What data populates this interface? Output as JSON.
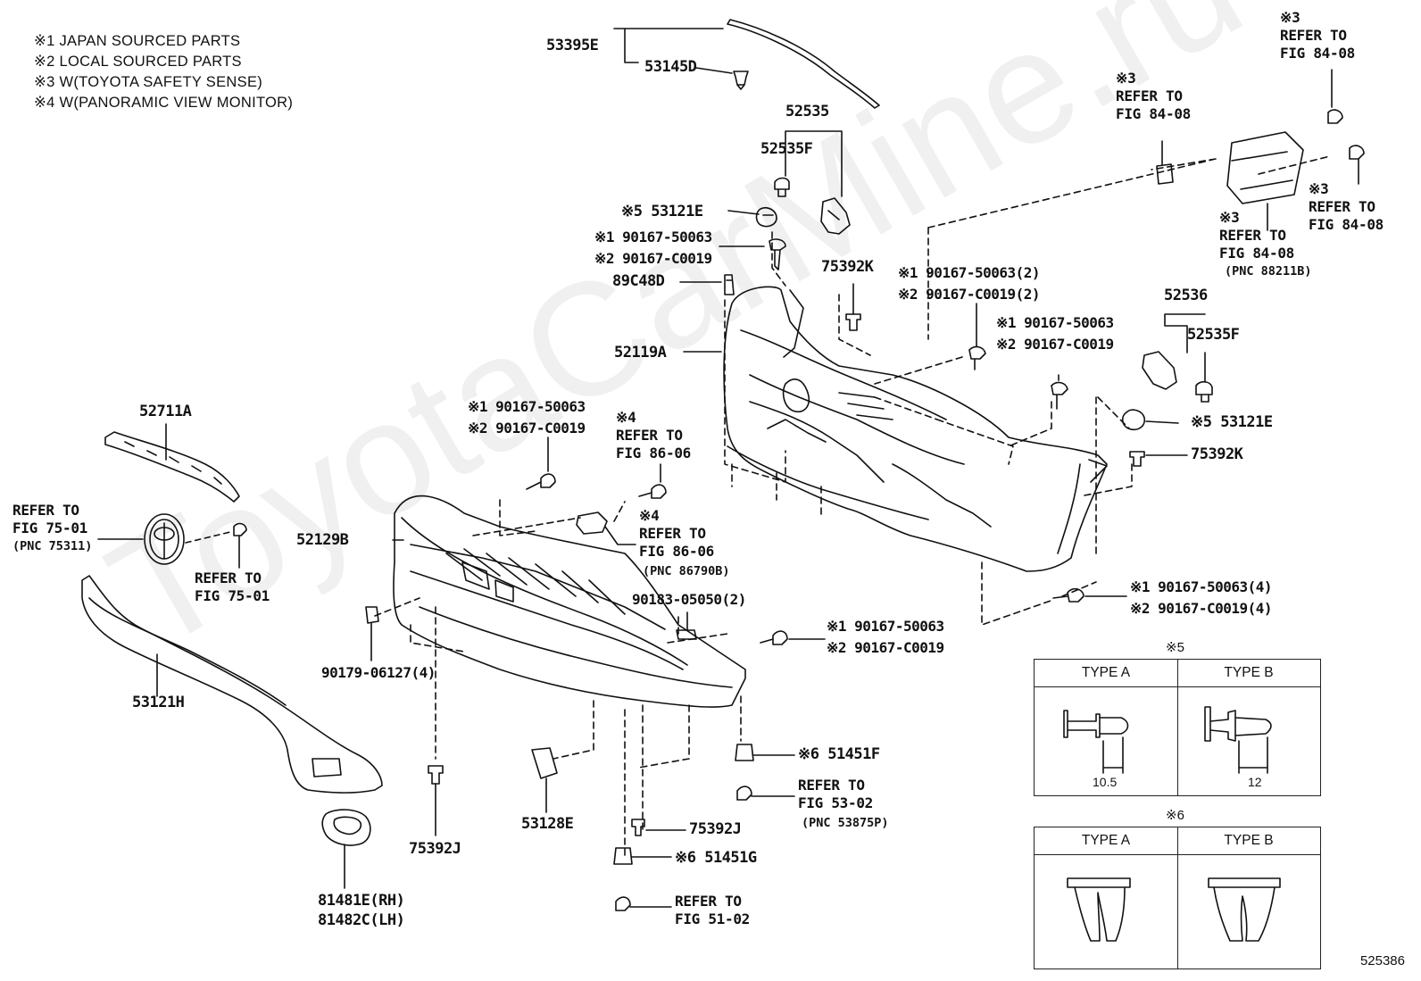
{
  "notes": [
    "※1 JAPAN SOURCED PARTS",
    "※2 LOCAL SOURCED PARTS",
    "※3 W(TOYOTA SAFETY SENSE)",
    "※4 W(PANORAMIC VIEW MONITOR)"
  ],
  "watermark": "ToyotaCarMine.ru",
  "figure_number": "525386",
  "labels": {
    "p53395E": "53395E",
    "p53145D": "53145D",
    "p52535": "52535",
    "p52535F_top": "52535F",
    "p53121E_top": "※5 53121E",
    "fastener_a1": "※1 90167-50063",
    "fastener_a2": "※2 90167-C0019",
    "p89C48D": "89C48D",
    "p75392K_top": "75392K",
    "fastener_b1": "※1 90167-50063(2)",
    "fastener_b2": "※2 90167-C0019(2)",
    "fastener_c1": "※1 90167-50063",
    "fastener_c2": "※2 90167-C0019",
    "p52119A": "52119A",
    "p52536": "52536",
    "p52535F_right": "52535F",
    "p53121E_right": "※5 53121E",
    "p75392K_right": "75392K",
    "fastener_d1": "※1 90167-50063(4)",
    "fastener_d2": "※2 90167-C0019(4)",
    "p52711A": "52711A",
    "fastener_e1": "※1 90167-50063",
    "fastener_e2": "※2 90167-C0019",
    "p52129B": "52129B",
    "p90179": "90179-06127(4)",
    "p90183": "90183-05050(2)",
    "fastener_f1": "※1 90167-50063",
    "fastener_f2": "※2 90167-C0019",
    "p53121H": "53121H",
    "p75392J_left": "75392J",
    "p53128E": "53128E",
    "p75392J_mid": "75392J",
    "p51451F": "※6 51451F",
    "p51451G": "※6 51451G",
    "p81481E": "81481E(RH)",
    "p81482C": "81482C(LH)"
  },
  "refs": {
    "r_84_08_top": "※3\nREFER TO\nFIG 84-08",
    "r_84_08_bracket": "※3\nREFER TO\nFIG 84-08",
    "r_84_08_side": "※3\nREFER TO\nFIG 84-08",
    "r_84_08_radar": "※3\nREFER TO\nFIG 84-08",
    "pnc_88211B": "(PNC 88211B)",
    "r_86_06_a": "※4\nREFER TO\nFIG 86-06",
    "r_86_06_b": "※4\nREFER TO\nFIG 86-06",
    "pnc_86790B": "(PNC 86790B)",
    "r_75_01_left": "REFER TO\nFIG 75-01",
    "pnc_75311": "(PNC 75311)",
    "r_75_01_bottom": "REFER TO\nFIG 75-01",
    "r_53_02": "REFER TO\nFIG 53-02",
    "pnc_53875P": "(PNC 53875P)",
    "r_51_02": "REFER TO\nFIG 51-02"
  },
  "tables": {
    "t5": {
      "title": "※5",
      "type_a": "TYPE A",
      "type_b": "TYPE B",
      "dim_a": "10.5",
      "dim_b": "12"
    },
    "t6": {
      "title": "※6",
      "type_a": "TYPE A",
      "type_b": "TYPE B"
    }
  }
}
